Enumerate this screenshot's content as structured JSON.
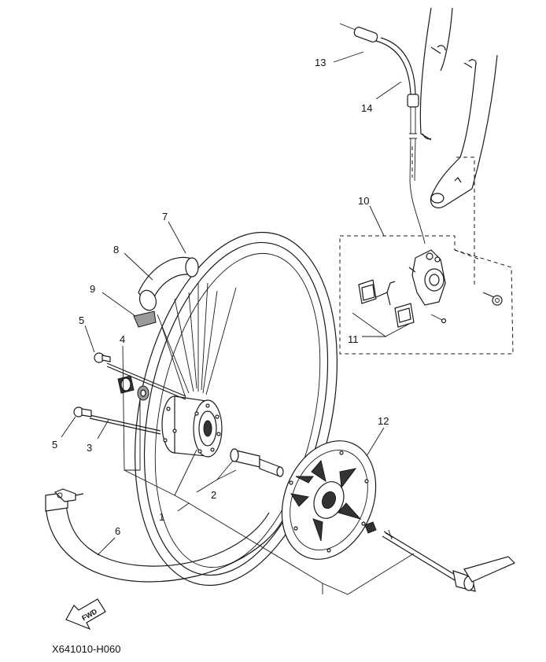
{
  "diagram": {
    "callouts": [
      {
        "id": "13",
        "label": "13"
      },
      {
        "id": "14",
        "label": "14"
      },
      {
        "id": "10",
        "label": "10"
      },
      {
        "id": "11",
        "label": "11"
      },
      {
        "id": "7",
        "label": "7"
      },
      {
        "id": "8",
        "label": "8"
      },
      {
        "id": "9",
        "label": "9"
      },
      {
        "id": "5a",
        "label": "5"
      },
      {
        "id": "4",
        "label": "4"
      },
      {
        "id": "5b",
        "label": "5"
      },
      {
        "id": "3",
        "label": "3"
      },
      {
        "id": "12",
        "label": "12"
      },
      {
        "id": "2",
        "label": "2"
      },
      {
        "id": "1",
        "label": "1"
      },
      {
        "id": "6",
        "label": "6"
      }
    ],
    "fwd_label": "FWD",
    "diagram_code": "X641010-H060"
  }
}
